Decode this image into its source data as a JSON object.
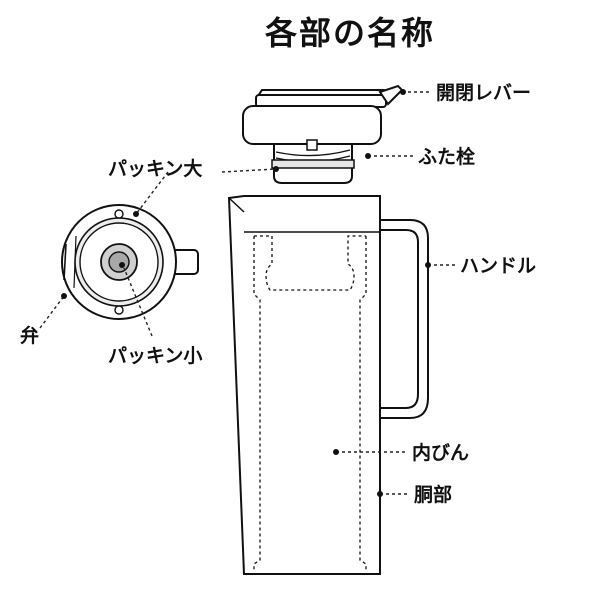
{
  "title": "各部の名称",
  "labels": {
    "lever": "開閉レバー",
    "lid_plug": "ふた栓",
    "packing_large": "パッキン大",
    "handle": "ハンドル",
    "valve": "弁",
    "packing_small": "パッキン小",
    "inner_bottle": "内びん",
    "body": "胴部"
  },
  "colors": {
    "line": "#111111",
    "leader": "#222222",
    "background": "#ffffff",
    "gasket_fill": "#dcdcdc"
  }
}
